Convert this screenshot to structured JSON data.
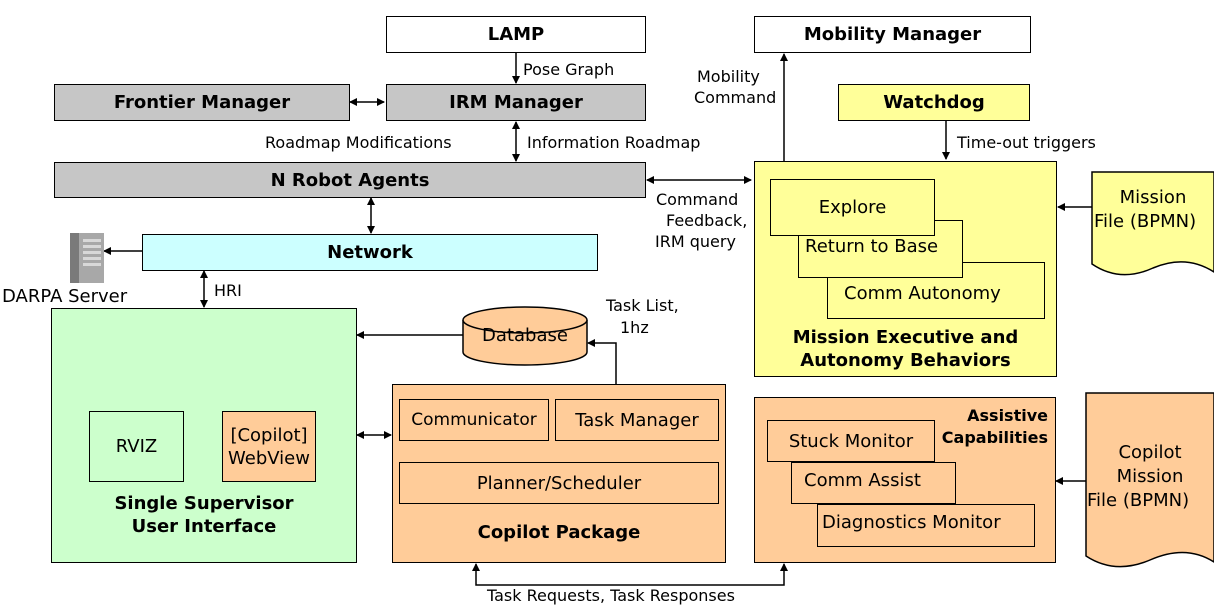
{
  "modules": {
    "lamp": "LAMP",
    "mobility_manager": "Mobility Manager",
    "frontier_manager": "Frontier Manager",
    "irm_manager": "IRM Manager",
    "watchdog": "Watchdog",
    "robot_agents": "N Robot Agents",
    "network": "Network",
    "darpa_server": "DARPA Server",
    "database": "Database"
  },
  "edge_labels": {
    "pose_graph": "Pose Graph",
    "mobility_command_1": "Mobility",
    "mobility_command_2": "Command",
    "roadmap_modifications": "Roadmap Modifications",
    "information_roadmap": "Information Roadmap",
    "timeout_triggers": "Time-out triggers",
    "command_1": "Command",
    "command_2": "Feedback,",
    "command_3": "IRM query",
    "hri": "HRI",
    "task_list_1": "Task List,",
    "task_list_2": "1hz",
    "task_requests": "Task Requests, Task Responses"
  },
  "mission_executive": {
    "behaviors": [
      "Explore",
      "Return to Base",
      "Comm Autonomy"
    ],
    "title_1": "Mission Executive and",
    "title_2": "Autonomy Behaviors"
  },
  "mission_file": {
    "line1": "Mission",
    "line2": "File (BPMN)"
  },
  "supervisor_ui": {
    "rviz": "RVIZ",
    "webview_1": "[Copilot]",
    "webview_2": "WebView",
    "title_1": "Single Supervisor",
    "title_2": "User Interface"
  },
  "copilot_package": {
    "communicator": "Communicator",
    "task_manager": "Task Manager",
    "planner": "Planner/Scheduler",
    "title": "Copilot Package"
  },
  "assistive": {
    "title_1": "Assistive",
    "title_2": "Capabilities",
    "items": [
      "Stuck Monitor",
      "Comm Assist",
      "Diagnostics Monitor"
    ]
  },
  "copilot_mission_file": {
    "line1": "Copilot",
    "line2": "Mission",
    "line3": "File (BPMN)"
  },
  "colors": {
    "gray": "#c6c6c6",
    "cyan": "#ccffff",
    "green": "#ccffcc",
    "yellow": "#ffff99",
    "orange": "#ffcc99"
  }
}
